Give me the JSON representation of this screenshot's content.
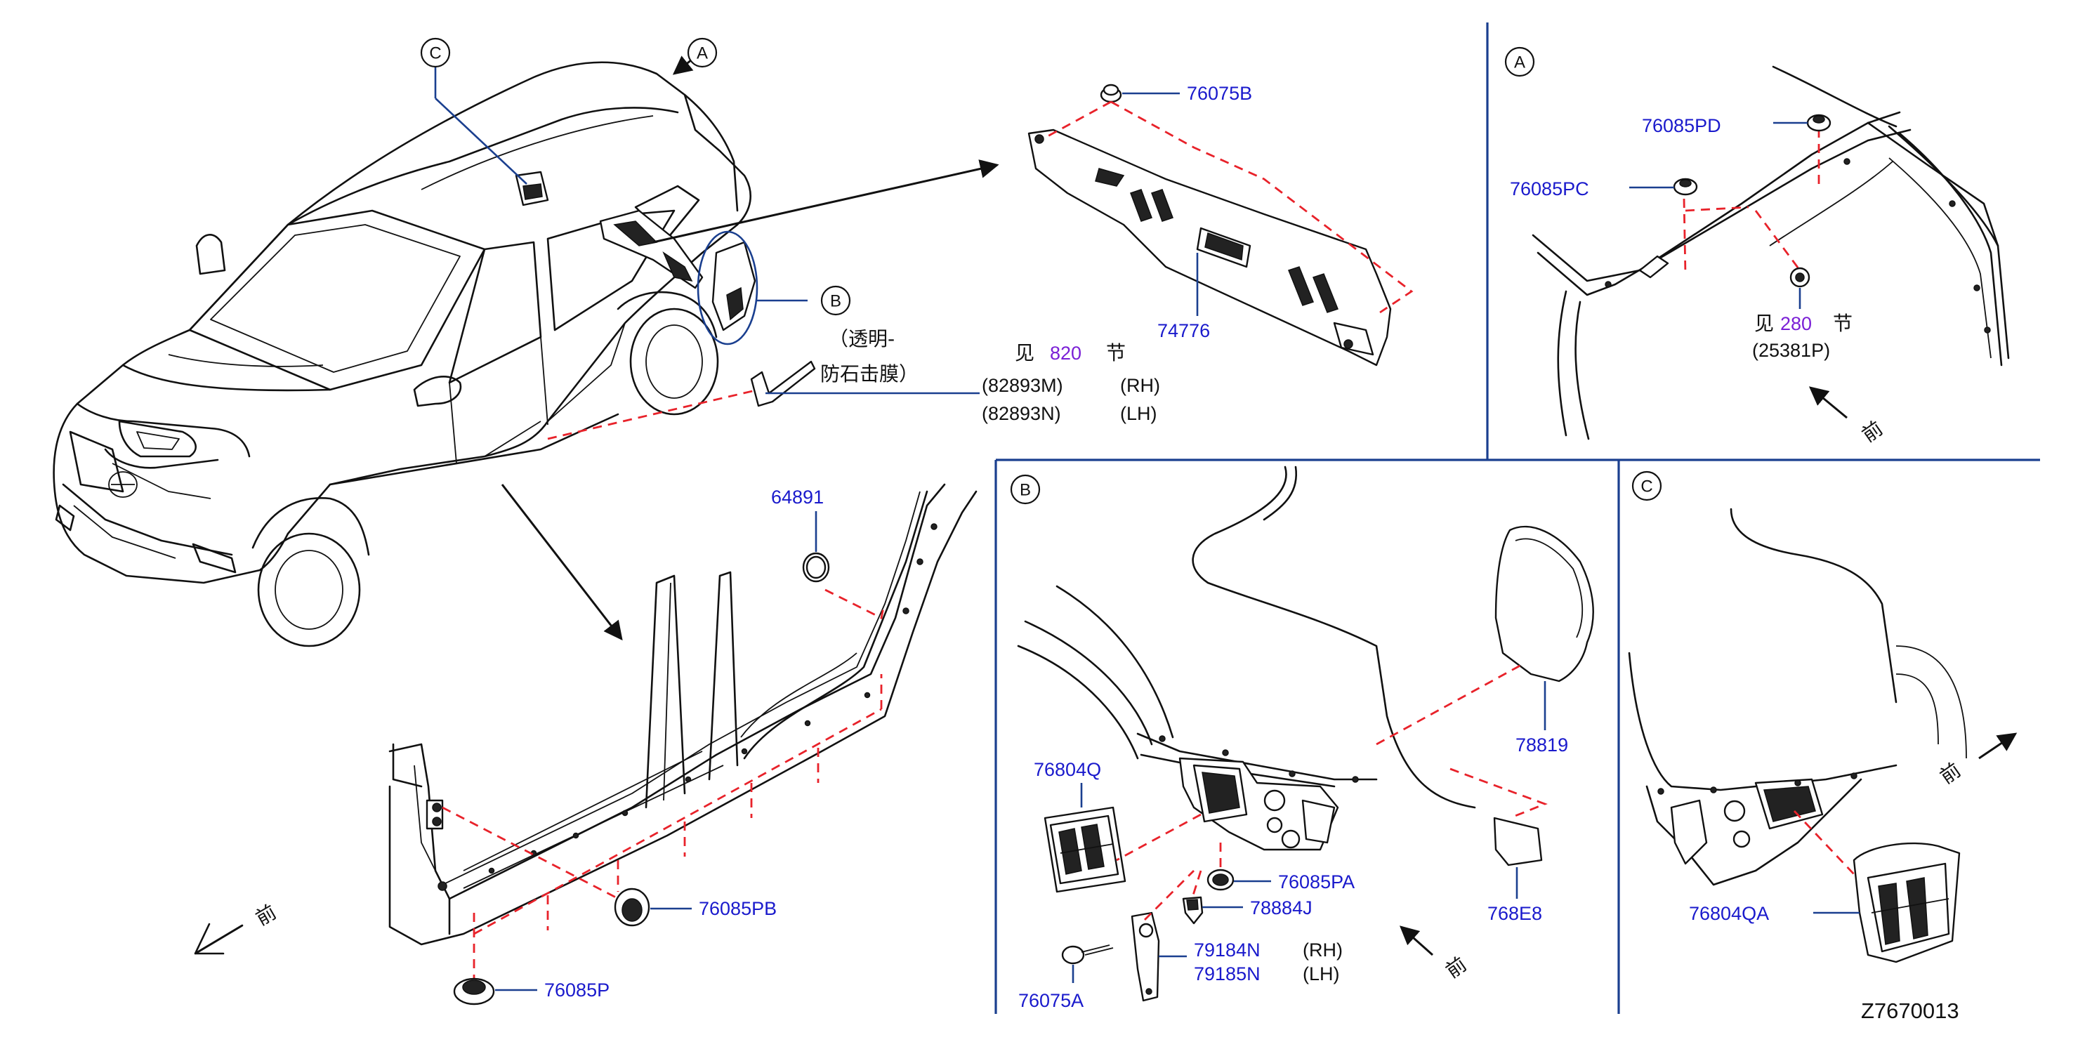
{
  "diagram_id": "Z7670013",
  "colors": {
    "label": "#1a1acc",
    "ref_number": "#7a1fd6",
    "dashed_guide": "#e8222a",
    "frame": "#1a3f8f",
    "ink": "#111111"
  },
  "callouts": {
    "a": "A",
    "b": "B",
    "c": "C"
  },
  "main_view": {
    "film_note_line1": "（透明-",
    "film_note_line2": "防石击膜）",
    "see_prefix": "见",
    "film_section": "820",
    "section_suffix": "节",
    "film_rh_part": "(82893M)",
    "film_lh_part": "(82893N)",
    "rh": "(RH)",
    "lh": "(LH)",
    "roof_seal_part": "74776",
    "roof_clip_part": "76075B"
  },
  "sill_view": {
    "cap_part": "64891",
    "plug_pb": "76085PB",
    "plug_p": "76085P",
    "front_label": "前"
  },
  "view_a": {
    "part_pd": "76085PD",
    "part_pc": "76085PC",
    "see_prefix": "见",
    "section": "280",
    "section_suffix": "节",
    "ref_part": "(25381P)",
    "front_label": "前"
  },
  "view_b": {
    "cover": "78819",
    "lid": "768E8",
    "grille": "76804Q",
    "plug_pa": "76085PA",
    "clip": "78884J",
    "bracket_rh": "79184N",
    "bracket_lh": "79185N",
    "rh": "(RH)",
    "lh": "(LH)",
    "screw": "76075A",
    "front_label": "前"
  },
  "view_c": {
    "grille": "76804QA",
    "front_label": "前"
  }
}
